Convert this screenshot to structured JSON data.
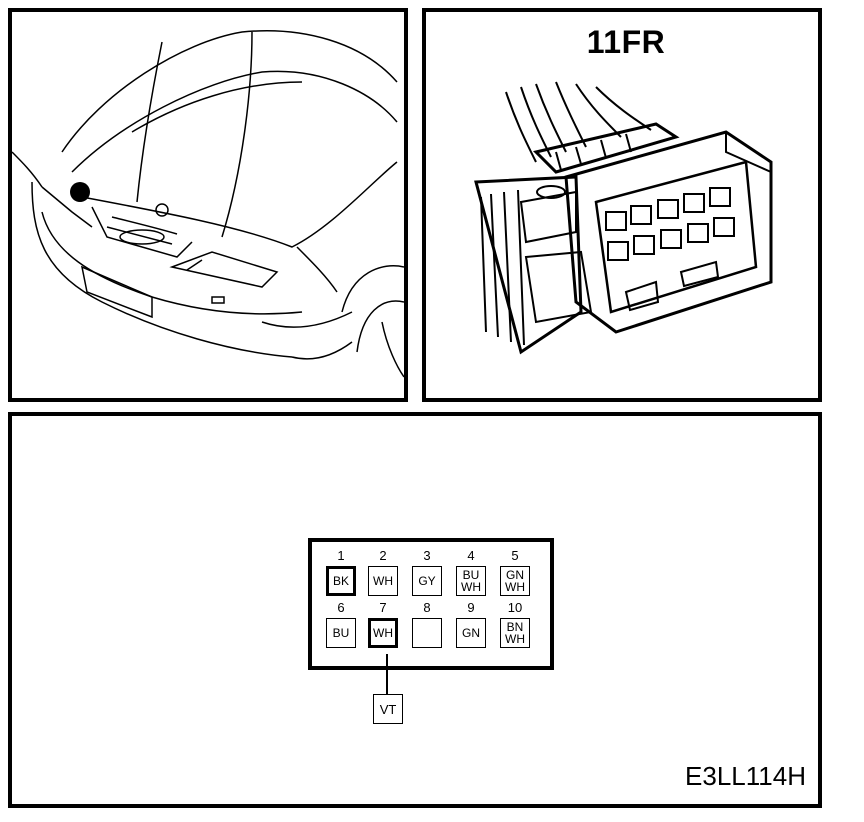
{
  "connector_title": "11FR",
  "diagram_code": "E3LL114H",
  "pins": [
    {
      "num": "1",
      "wire": [
        "BK"
      ],
      "bold": true
    },
    {
      "num": "2",
      "wire": [
        "WH"
      ],
      "bold": false
    },
    {
      "num": "3",
      "wire": [
        "GY"
      ],
      "bold": false
    },
    {
      "num": "4",
      "wire": [
        "BU",
        "WH"
      ],
      "bold": false
    },
    {
      "num": "5",
      "wire": [
        "GN",
        "WH"
      ],
      "bold": false
    },
    {
      "num": "6",
      "wire": [
        "BU"
      ],
      "bold": false
    },
    {
      "num": "7",
      "wire": [
        "WH"
      ],
      "bold": true
    },
    {
      "num": "8",
      "wire": [],
      "bold": false
    },
    {
      "num": "9",
      "wire": [
        "GN"
      ],
      "bold": false
    },
    {
      "num": "10",
      "wire": [
        "BN",
        "WH"
      ],
      "bold": false
    }
  ],
  "pin7_lead": "VT"
}
